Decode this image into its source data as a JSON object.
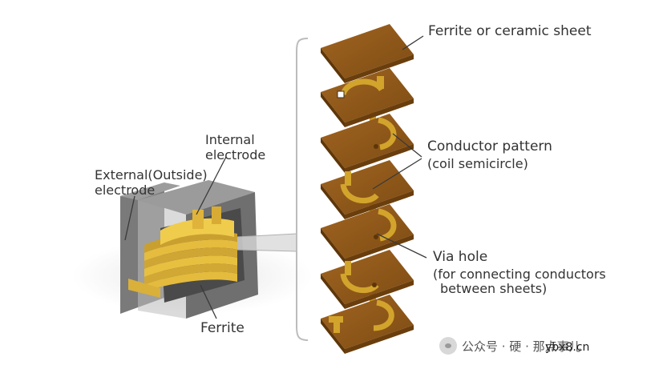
{
  "labels": {
    "ferrite_sheet": "Ferrite or ceramic sheet",
    "conductor_pattern": "Conductor pattern",
    "coil_semicircle": "(coil semicircle)",
    "via_hole": "Via hole",
    "via_desc_1": "(for connecting conductors",
    "via_desc_2": "between sheets)",
    "internal_electrode_1": "Internal",
    "internal_electrode_2": "electrode",
    "external_electrode_1": "External(Outside)",
    "external_electrode_2": "electrode",
    "ferrite": "Ferrite"
  },
  "watermark": {
    "channel": "公众号 · 硬 · 那点事儿",
    "site": "ybx8.cn"
  },
  "colors": {
    "sheet_top": "#8c5518",
    "sheet_edge": "#5e3608",
    "conductor": "#d2a42c",
    "body_gray": "#8a8a8a",
    "coil_gold": "#e2b838",
    "leader": "#3a3a3a"
  }
}
